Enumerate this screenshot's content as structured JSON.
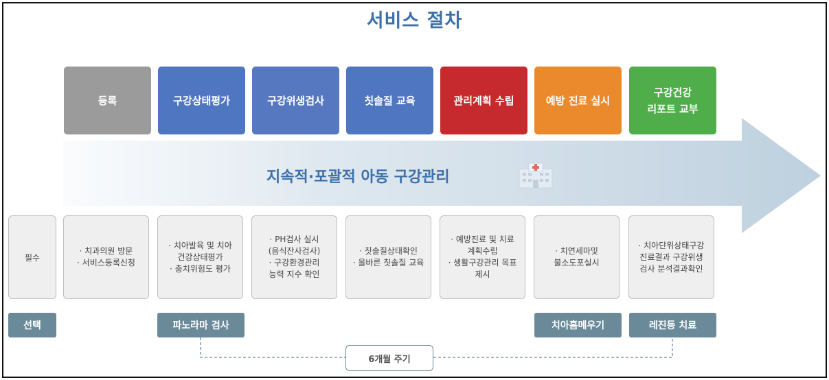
{
  "title": "서비스 절차",
  "banner": "지속적·포괄적 아동 구강관리",
  "steps": [
    {
      "label": "등록",
      "color": "#9b9b9b"
    },
    {
      "label": "구강상태평가",
      "color": "#4f76c0"
    },
    {
      "label": "구강위생검사",
      "color": "#5578c1"
    },
    {
      "label": "칫솔질 교육",
      "color": "#4f76c0"
    },
    {
      "label": "관리계획 수립",
      "color": "#c62a2e"
    },
    {
      "label": "예방 진료 실시",
      "color": "#ea8a2c"
    },
    {
      "label": "구강건강\n리포트 교부",
      "color": "#4fae4a"
    }
  ],
  "row_label": "필수",
  "descriptions": [
    [
      "· 치과의원 방문",
      "· 서비스등록신청"
    ],
    [
      "· 치아발육 및 치아\n건강상태평가",
      "· 충치위험도 평가"
    ],
    [
      "· PH검사 실시\n(음식잔사검사)",
      "· 구강환경관리\n능력 지수 확인"
    ],
    [
      "· 칫솔질상태확인",
      "· 올바른 칫솔질 교육"
    ],
    [
      "· 예방진료 및 치료\n계획수립",
      "· 생활구강관리 목표\n제시"
    ],
    [
      "· 치연세마및\n불소도포실시"
    ],
    [
      "· 치아단위상태구강\n진료결과 구강위생\n검사 분석결과확인"
    ]
  ],
  "options": {
    "label": "선택",
    "items": [
      "파노라마 검사",
      "치아홈메우기",
      "레진등 치료"
    ]
  },
  "cycle": "6개월 주기"
}
